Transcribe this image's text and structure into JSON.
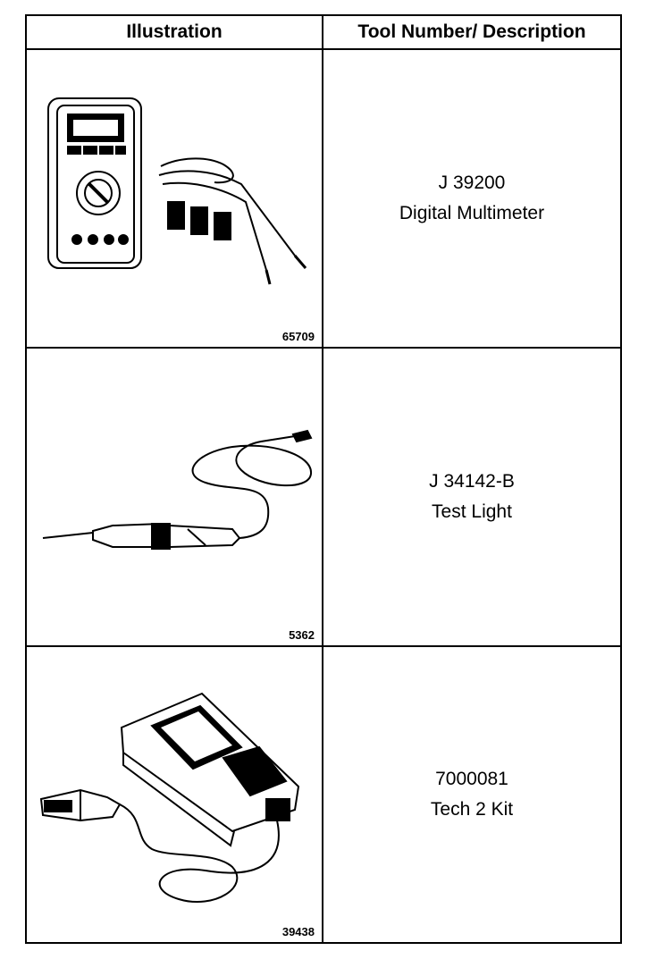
{
  "header": {
    "illustration": "Illustration",
    "tool_description": "Tool Number/ Description"
  },
  "rows": [
    {
      "figure_number": "65709",
      "tool_number": "J 39200",
      "description": "Digital Multimeter",
      "icon": "multimeter-icon"
    },
    {
      "figure_number": "5362",
      "tool_number": "J 34142-B",
      "description": "Test Light",
      "icon": "test-light-icon"
    },
    {
      "figure_number": "39438",
      "tool_number": "7000081",
      "description": "Tech 2 Kit",
      "icon": "tech2-scanner-icon"
    }
  ]
}
